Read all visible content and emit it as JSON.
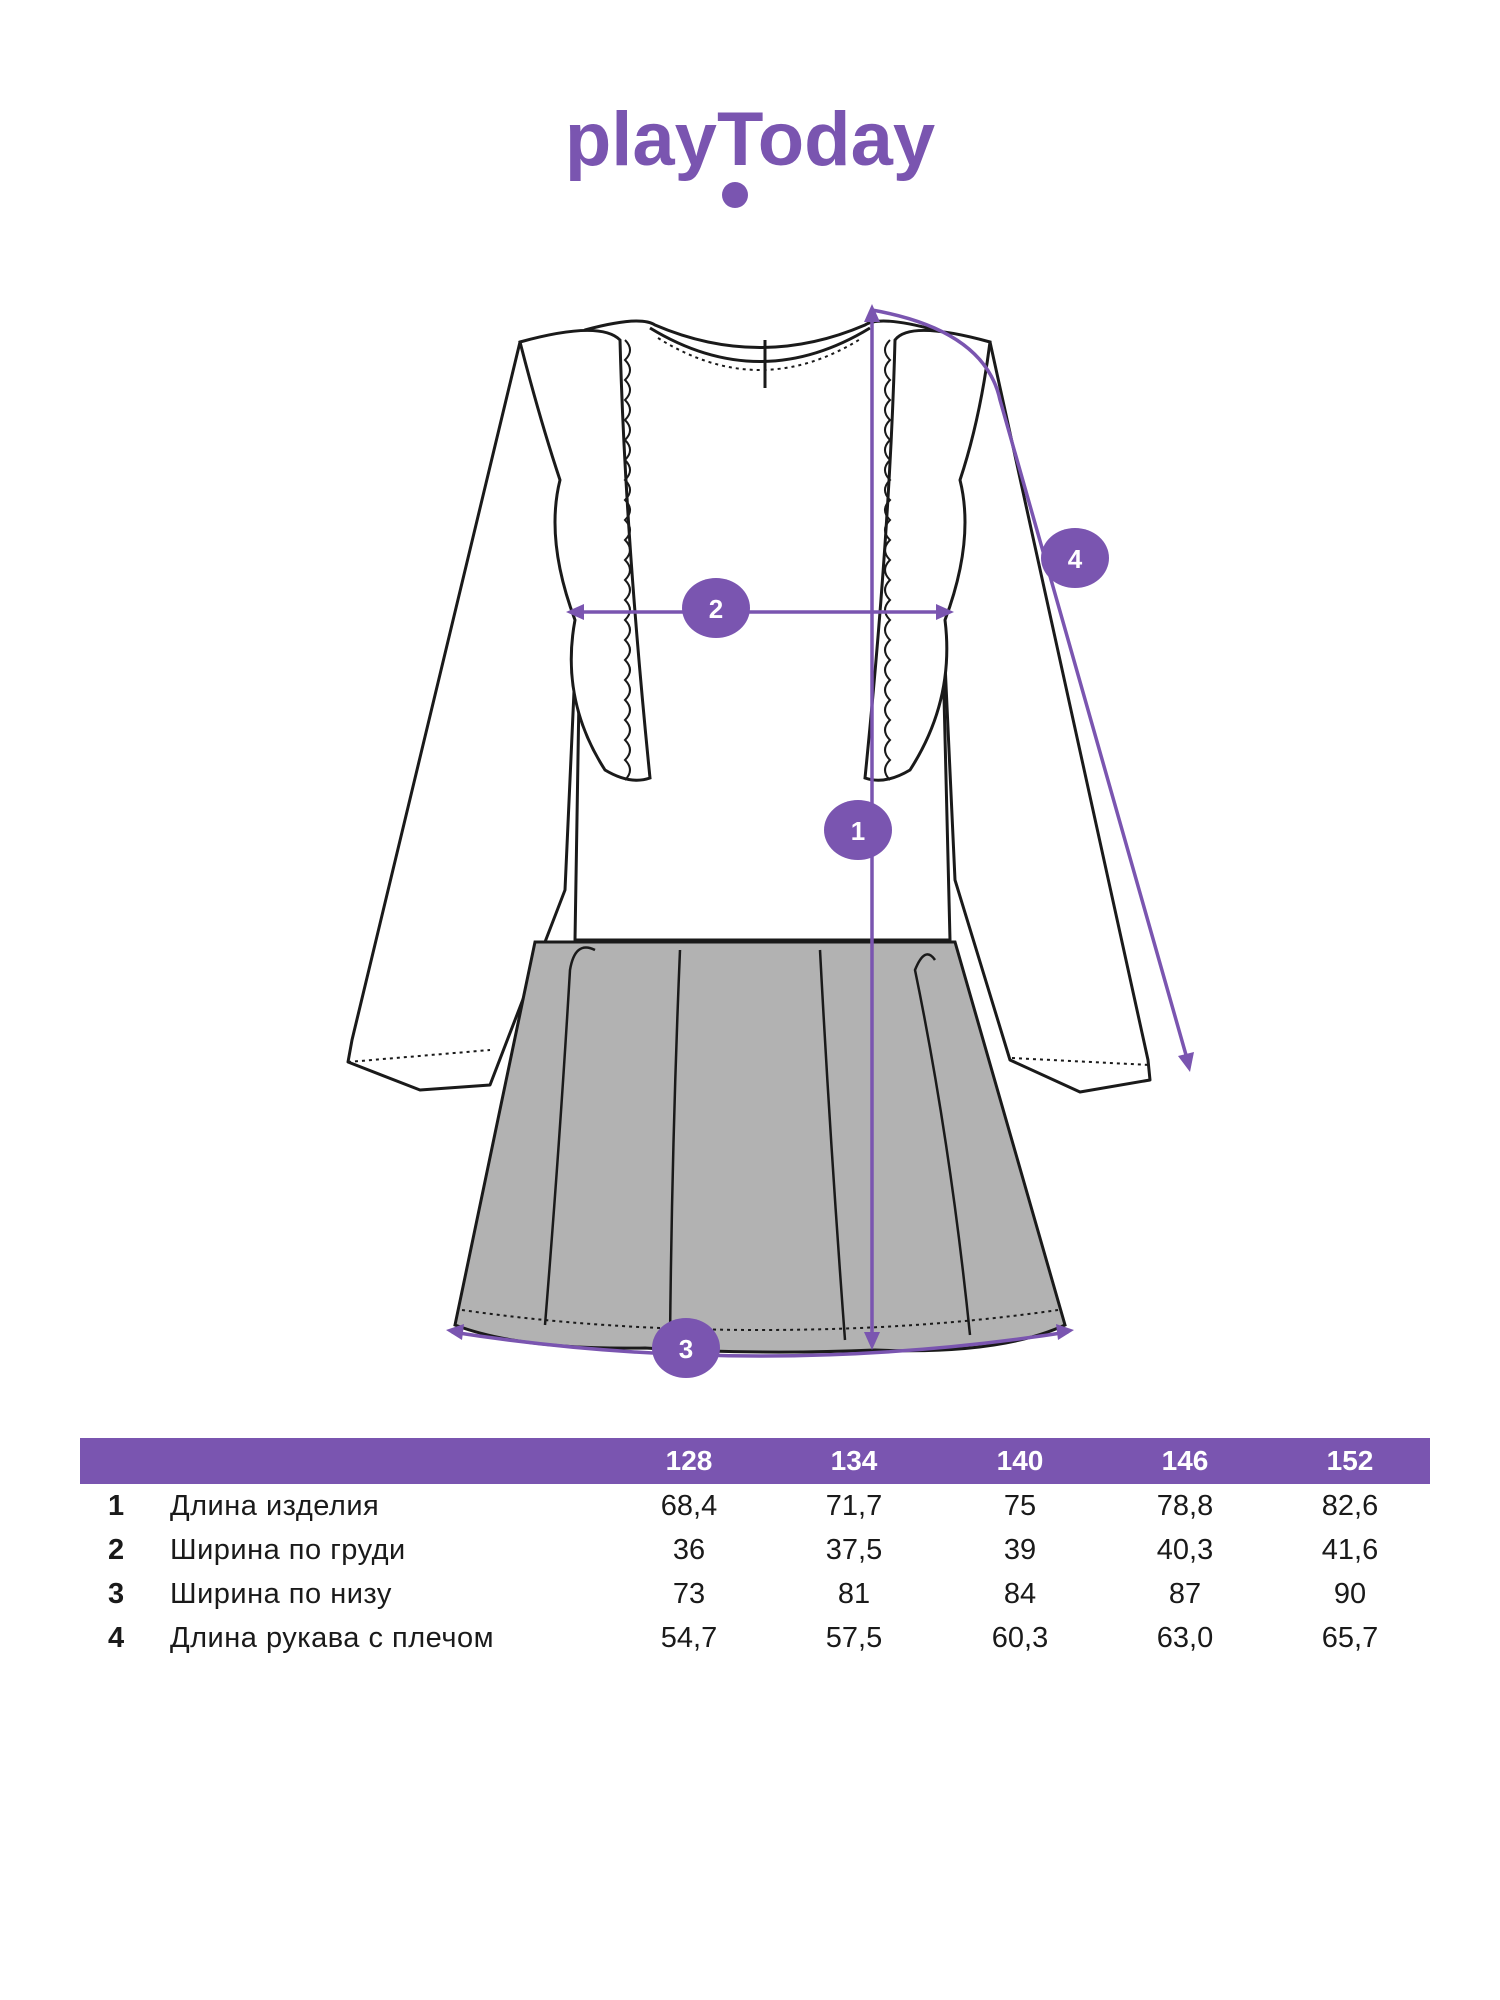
{
  "brand": {
    "logo_text": "playToday",
    "color": "#7a55b0"
  },
  "diagram": {
    "badges": [
      "1",
      "2",
      "3",
      "4"
    ],
    "accent": "#7a55b0",
    "skirt_color": "#b2b2b2"
  },
  "table": {
    "sizes": [
      "128",
      "134",
      "140",
      "146",
      "152"
    ],
    "rows": [
      {
        "num": "1",
        "label": "Длина изделия",
        "values": [
          "68,4",
          "71,7",
          "75",
          "78,8",
          "82,6"
        ]
      },
      {
        "num": "2",
        "label": "Ширина по груди",
        "values": [
          "36",
          "37,5",
          "39",
          "40,3",
          "41,6"
        ]
      },
      {
        "num": "3",
        "label": "Ширина по низу",
        "values": [
          "73",
          "81",
          "84",
          "87",
          "90"
        ]
      },
      {
        "num": "4",
        "label": "Длина рукава с плечом",
        "values": [
          "54,7",
          "57,5",
          "60,3",
          "63,0",
          "65,7"
        ]
      }
    ]
  }
}
